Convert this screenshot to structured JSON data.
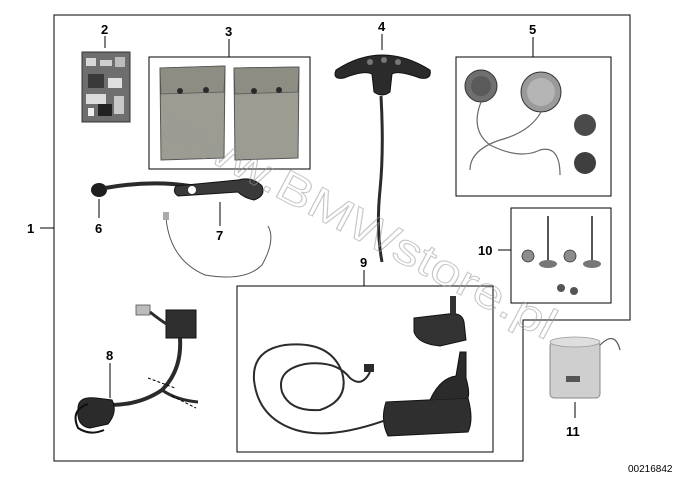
{
  "diagram": {
    "part_labels": {
      "p1": "1",
      "p2": "2",
      "p3": "3",
      "p4": "4",
      "p5": "5",
      "p6": "6",
      "p7": "7",
      "p8": "8",
      "p9": "9",
      "p10": "10",
      "p11": "11"
    },
    "watermark": "www.BMWstore.pl",
    "reference_number": "00216842",
    "colors": {
      "line": "#000000",
      "part_dark": "#2b2b2b",
      "part_grey": "#8c8c8c",
      "pouch": "#9c9c93",
      "speaker": "#6f6f6f"
    }
  }
}
